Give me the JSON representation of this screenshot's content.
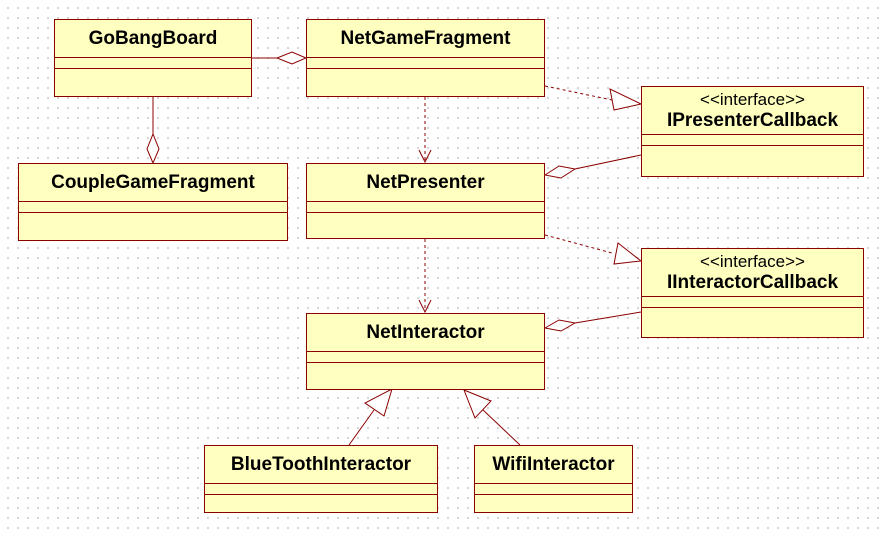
{
  "classes": {
    "gobang_board": {
      "name": "GoBangBoard"
    },
    "net_game_fragment": {
      "name": "NetGameFragment"
    },
    "couple_game_fragment": {
      "name": "CoupleGameFragment"
    },
    "net_presenter": {
      "name": "NetPresenter"
    },
    "ipresenter_callback": {
      "stereotype": "<<interface>>",
      "name": "IPresenterCallback"
    },
    "iinteractor_callback": {
      "stereotype": "<<interface>>",
      "name": "IInteractorCallback"
    },
    "net_interactor": {
      "name": "NetInteractor"
    },
    "bluetooth_interactor": {
      "name": "BlueToothInteractor"
    },
    "wifi_interactor": {
      "name": "WifiInteractor"
    }
  },
  "colors": {
    "class_fill": "#ffffc0",
    "line": "#8b0000",
    "grid_dot": "#c9c9c9"
  }
}
